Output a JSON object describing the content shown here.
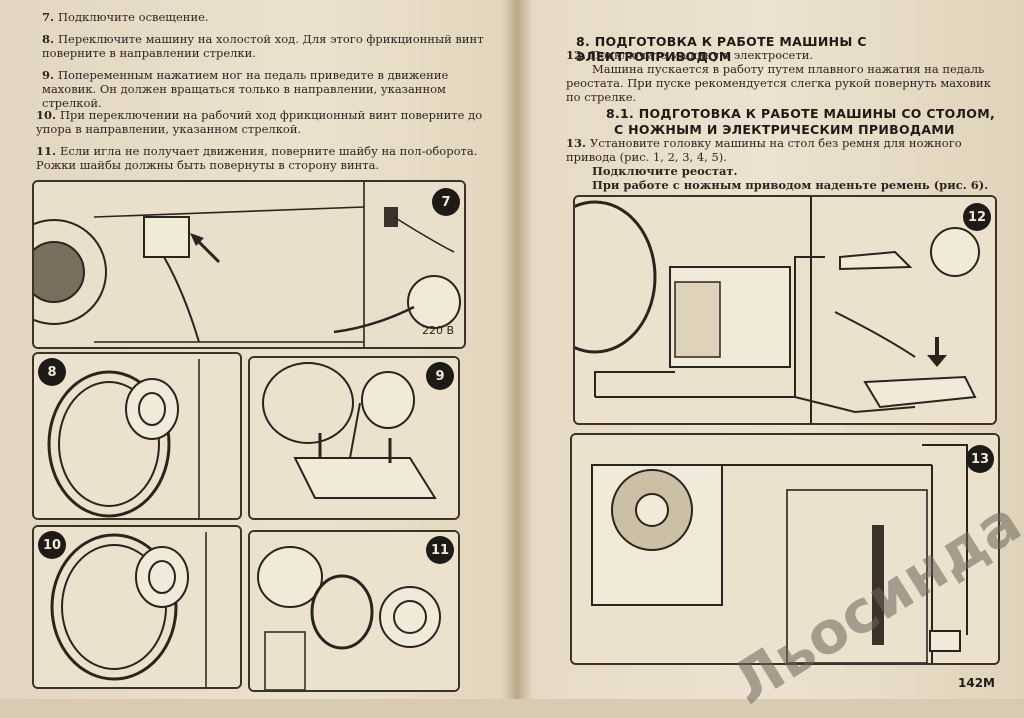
{
  "left_page": {
    "steps": [
      {
        "num": "7.",
        "text": "Подключите освещение."
      },
      {
        "num": "8.",
        "text": "Переключите машину на холостой ход. Для этого фрикционный винт поверните в направлении стрелки."
      },
      {
        "num": "9.",
        "text": "Попеременным нажатием ног на педаль приведите в движение маховик. Он должен вращаться только в направлении, указанном стрелкой."
      },
      {
        "num": "10.",
        "text": "При переключении на рабочий ход фрикционный винт поверните до упора в направлении, указанном стрелкой."
      },
      {
        "num": "11.",
        "text": "Если игла не получает движения, поверните шайбу на пол-оборота. Рожки шайбы должны быть повернуты в сторону винта."
      }
    ],
    "figures": {
      "fig7": {
        "badge": "7",
        "voltage": "220 В"
      },
      "fig8": {
        "badge": "8"
      },
      "fig9": {
        "badge": "9"
      },
      "fig10": {
        "badge": "10"
      },
      "fig11": {
        "badge": "11"
      }
    }
  },
  "right_page": {
    "section8": {
      "title": "8. ПОДГОТОВКА К РАБОТЕ МАШИНЫ С ЭЛЕКТРОПРИВОДОМ"
    },
    "step12": {
      "num": "12.",
      "line1": "Подключите машину к электросети.",
      "line2": "Машина пускается в работу путем плавного нажатия на педаль реостата. При пуске рекомендуется слегка рукой повернуть маховик по стрелке."
    },
    "section81": {
      "title_line1": "8.1. ПОДГОТОВКА К РАБОТЕ МАШИНЫ СО СТОЛОМ,",
      "title_line2": "С НОЖНЫМ И ЭЛЕКТРИЧЕСКИМ ПРИВОДАМИ"
    },
    "step13": {
      "num": "13.",
      "line1": "Установите головку машины на стол без ремня для ножного привода (рис. 1, 2, 3, 4, 5).",
      "line2": "Подключите реостат.",
      "line3": "При работе с ножным приводом наденьте ремень (рис. 6)."
    },
    "figures": {
      "fig12": {
        "badge": "12"
      },
      "fig13": {
        "badge": "13"
      }
    },
    "page_number": "142М"
  },
  "watermark": "Льосинда_",
  "colors": {
    "paper": "#ebe1cd",
    "ink": "#2a241d",
    "badge": "#1e1a15"
  }
}
